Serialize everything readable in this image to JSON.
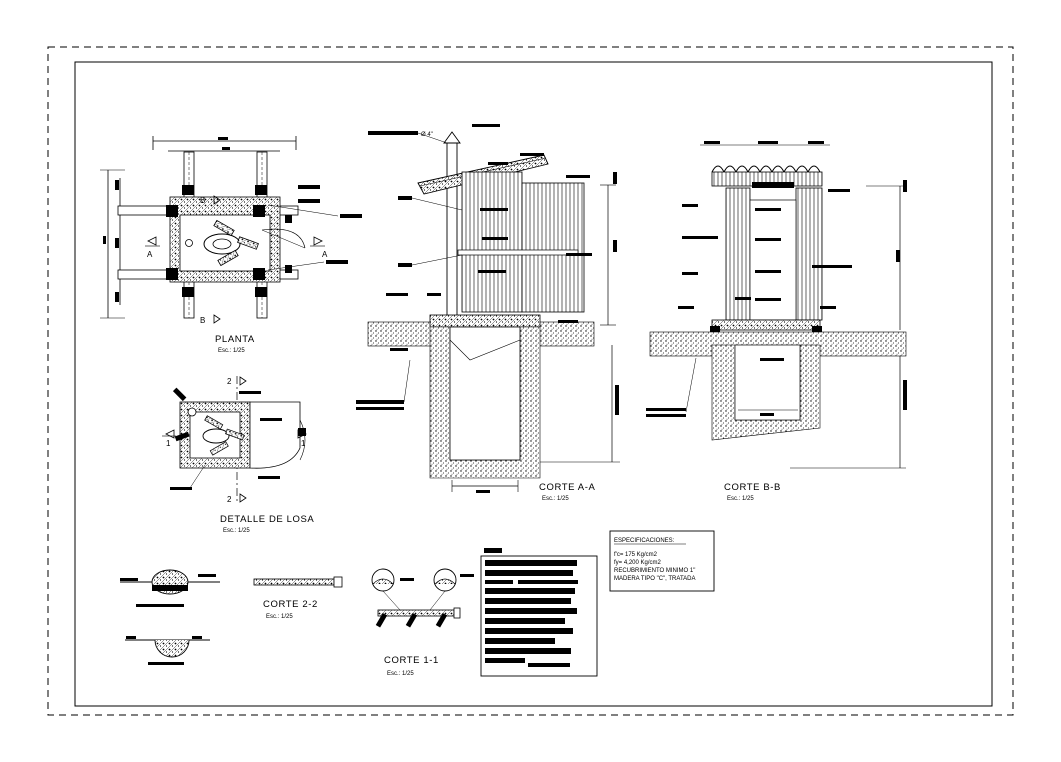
{
  "views": {
    "planta": {
      "title": "PLANTA",
      "scale": "Esc.: 1/25"
    },
    "detalle_losa": {
      "title": "DETALLE DE LOSA",
      "scale": "Esc.: 1/25"
    },
    "corte_aa": {
      "title": "CORTE A-A",
      "scale": "Esc.: 1/25"
    },
    "corte_bb": {
      "title": "CORTE B-B",
      "scale": "Esc.: 1/25"
    },
    "corte_22": {
      "title": "CORTE 2-2",
      "scale": "Esc.: 1/25"
    },
    "corte_11": {
      "title": "CORTE 1-1",
      "scale": "Esc.: 1/25"
    }
  },
  "section_marks": {
    "a": "A",
    "b": "B",
    "one": "1",
    "two": "2"
  },
  "pipe_label": "Ø 4\"",
  "specs": {
    "heading": "ESPECIFICACIONES:",
    "lines": [
      "f'c= 175 Kg/cm2",
      "fy= 4,200 Kg/cm2",
      "RECUBRIMIENTO MINIMO 1\"",
      "MADERA TIPO \"C\", TRATADA"
    ]
  },
  "colors": {
    "ink": "#000000",
    "paper": "#ffffff"
  }
}
